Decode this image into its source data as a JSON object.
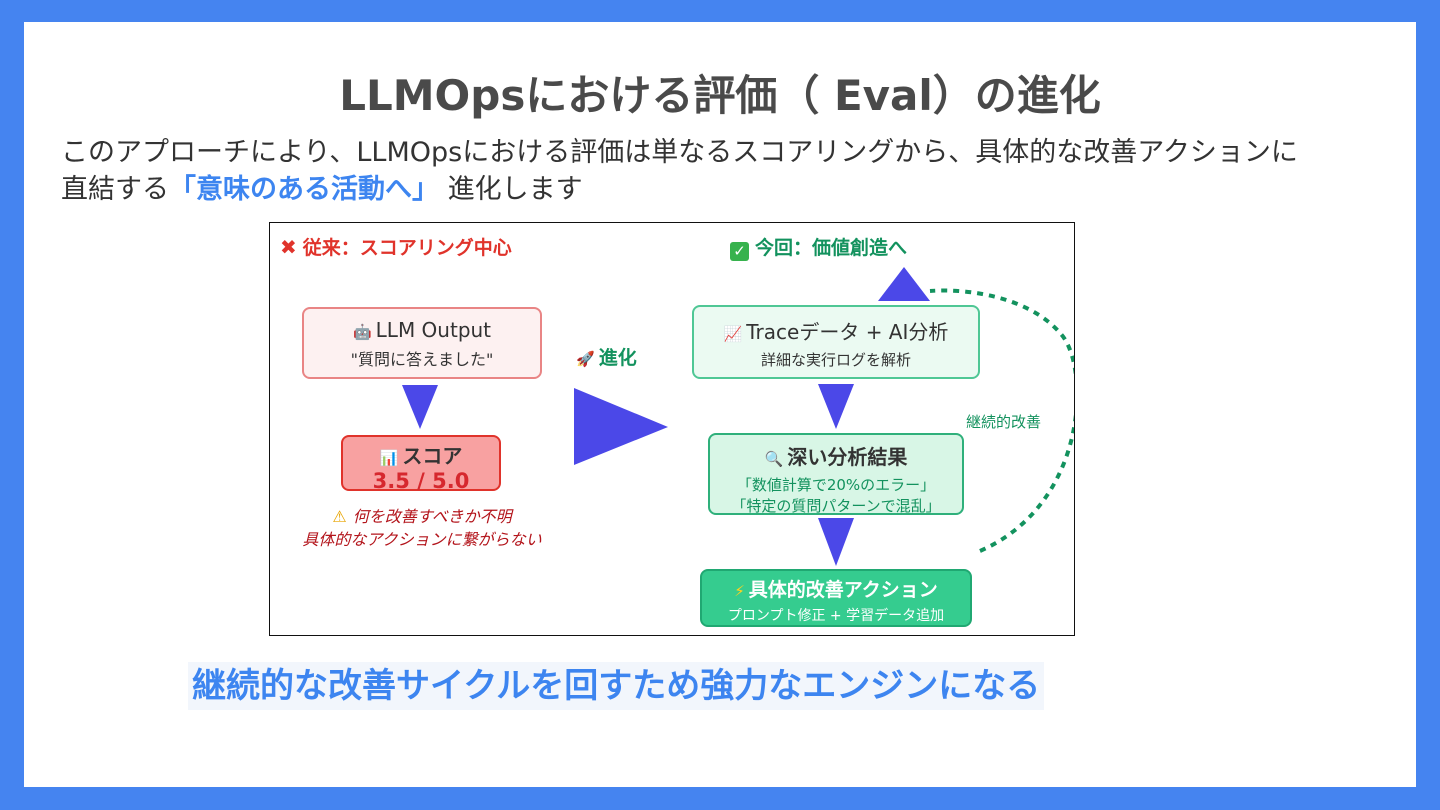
{
  "title": "LLMOpsにおける評価（ Eval）の進化",
  "intro": {
    "line1": "このアプローチにより、LLMOpsにおける評価は単なるスコアリングから、具体的な改善アクションに",
    "line2_prefix": "直結する",
    "line2_emphasis": "「意味のある活動へ」",
    "line2_suffix": "進化します"
  },
  "diagram": {
    "left_header": "従来：スコアリング中心",
    "left_header_icon": "cross-mark-icon",
    "right_header": "今回：価値創造へ",
    "right_header_icon": "check-mark-icon",
    "llm_output": {
      "icon": "robot-icon",
      "title": "LLM Output",
      "subtitle": "\"質問に答えました\""
    },
    "score": {
      "icon": "bar-chart-icon",
      "title": "スコア",
      "value": "3.5 / 5.0"
    },
    "warning": {
      "icon": "warning-icon",
      "line1": "何を改善すべきか不明",
      "line2": "具体的なアクションに繋がらない"
    },
    "evolution": {
      "icon": "rocket-icon",
      "label": "進化"
    },
    "trace": {
      "icon": "chart-increasing-icon",
      "title": "Traceデータ + AI分析",
      "subtitle": "詳細な実行ログを解析"
    },
    "deep": {
      "icon": "magnifier-icon",
      "title": "深い分析結果",
      "line1": "「数値計算で20%のエラー」",
      "line2": "「特定の質問パターンで混乱」"
    },
    "action": {
      "icon": "lightning-icon",
      "title": "具体的改善アクション",
      "subtitle": "プロンプト修正 + 学習データ追加"
    },
    "loop_label": "継続的改善",
    "colors": {
      "red": "#e0332b",
      "green": "#13925e",
      "arrow": "#4b48e8",
      "score_bg": "#f8a1a1",
      "action_bg": "#35cc8f"
    }
  },
  "bottom_message": "継続的な改善サイクルを回すため強力なエンジンになる"
}
